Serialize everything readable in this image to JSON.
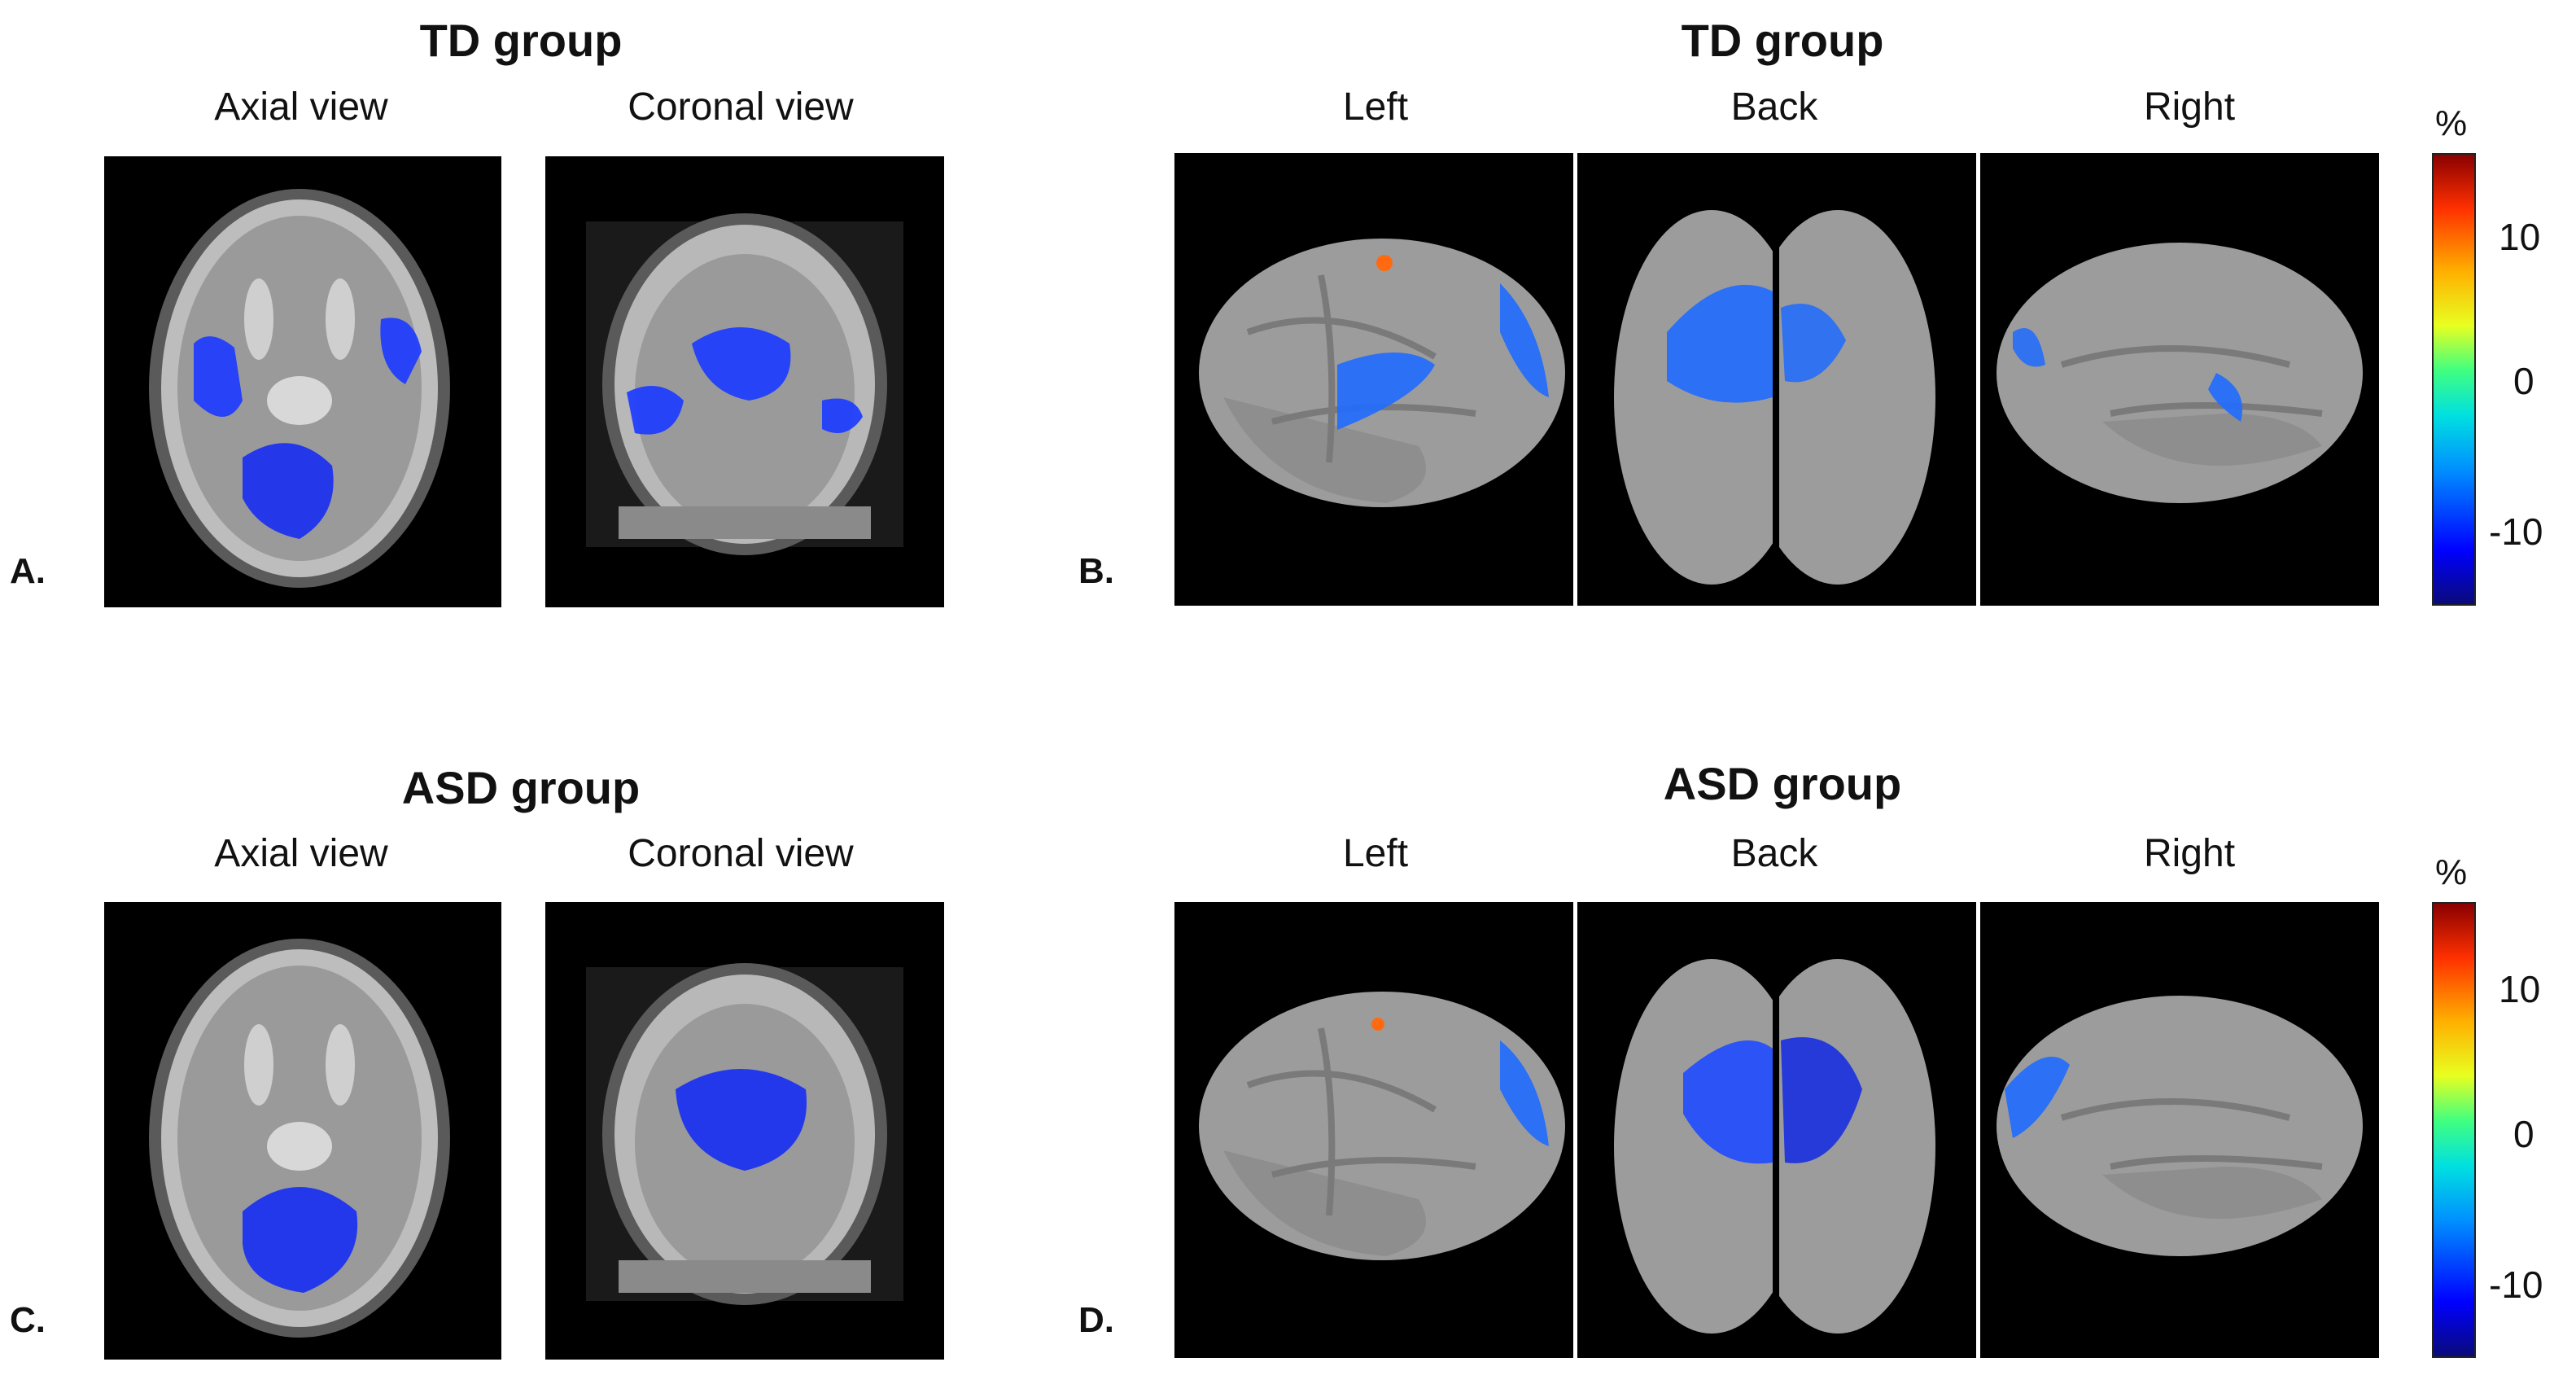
{
  "top": {
    "left_title": "TD group",
    "right_title": "TD group",
    "axial_label": "Axial view",
    "coronal_label": "Coronal view",
    "left_label": "Left",
    "back_label": "Back",
    "right_label": "Right",
    "panel_a": "A.",
    "panel_b": "B."
  },
  "bottom": {
    "left_title": "ASD group",
    "right_title": "ASD group",
    "axial_label": "Axial view",
    "coronal_label": "Coronal view",
    "left_label": "Left",
    "back_label": "Back",
    "right_label": "Right",
    "panel_c": "C.",
    "panel_d": "D."
  },
  "colorbar": {
    "unit": "%",
    "ticks": [
      "10",
      "0",
      "-10"
    ],
    "range": [
      -15,
      15
    ],
    "colors": {
      "negative": "#0028ff",
      "positive": "#ff7a00"
    }
  }
}
